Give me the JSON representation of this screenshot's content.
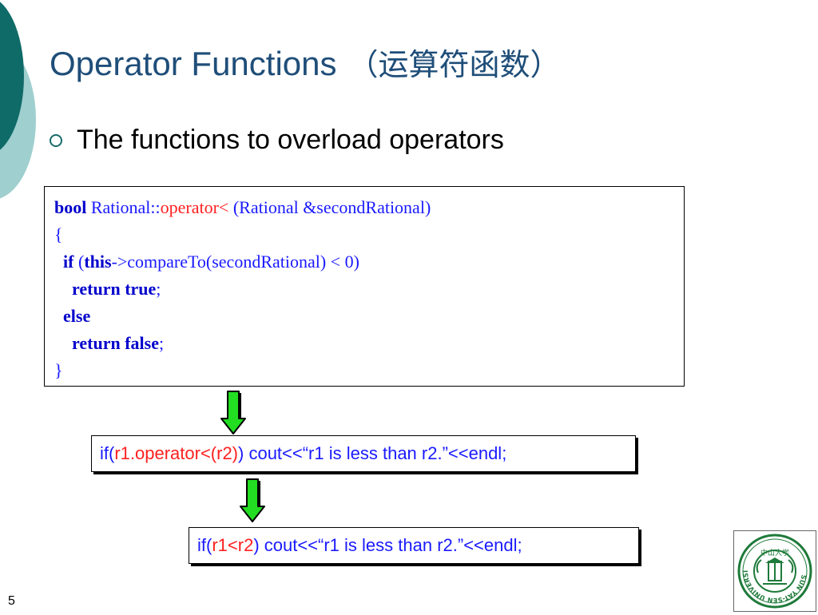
{
  "slide": {
    "title_en": "Operator Functions",
    "title_cn": "（运算符函数）",
    "bullet": "The functions to overload operators",
    "page_number": "5"
  },
  "code": {
    "line1": {
      "kw": "bool",
      "t1": " Rational::",
      "op": "operator<",
      "t2": " (Rational &secondRational)"
    },
    "line2": "{",
    "line3": {
      "indent": "  ",
      "kw1": "if",
      "t1": " (",
      "kw2": "this",
      "t2": "->compareTo(secondRational) < 0)"
    },
    "line4": {
      "indent": "    ",
      "kw1": "return",
      "sp": " ",
      "kw2": "true",
      "t": ";"
    },
    "line5": {
      "indent": "  ",
      "kw": "else"
    },
    "line6": {
      "indent": "    ",
      "kw1": "return",
      "sp": " ",
      "kw2": "false",
      "t": ";"
    },
    "line7": "}"
  },
  "expr1": {
    "a": "if(",
    "red": "r1.operator<(r2)",
    "b": ") cout<<“r1 is less than r2.”<<endl;"
  },
  "expr2": {
    "a": "if(",
    "r1": "r1",
    "op": " < ",
    "r2": "r2",
    "b": ") cout<<“r1 is less than r2.”<<endl;"
  },
  "logo": {
    "text": "SUN YAT-SEN UNIVERSITY",
    "cn": "中山大学"
  },
  "colors": {
    "title": "#1f4e79",
    "code": "#1a1aff",
    "highlight": "#ff2020",
    "arrow": "#22dd22",
    "deco_dark": "#0f6b68",
    "deco_light": "#9fcfcf"
  }
}
